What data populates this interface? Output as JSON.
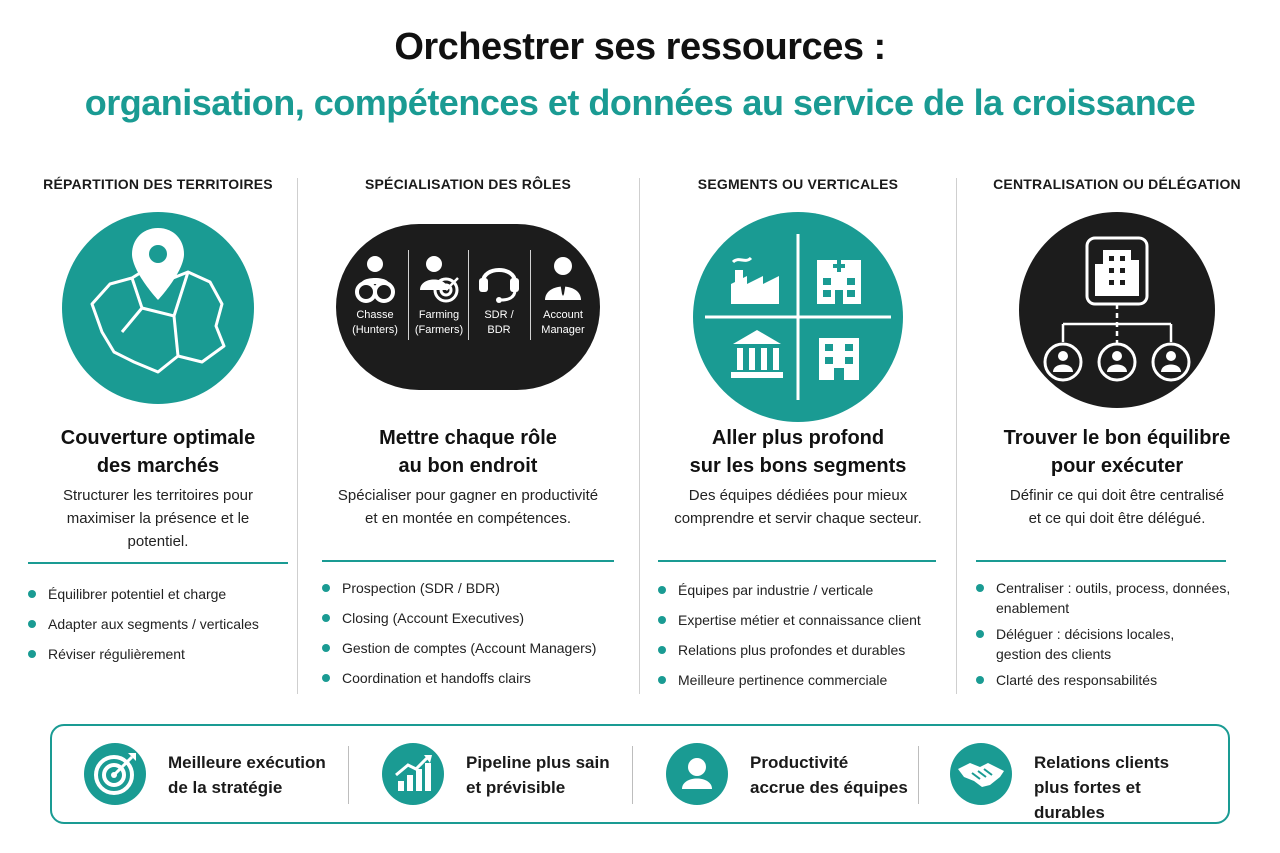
{
  "title": "Orchestrer ses ressources :",
  "subtitle": "organisation, compétences et données au service de la croissance",
  "columns": [
    {
      "header": "RÉPARTITION DES TERRITOIRES",
      "heading_l1": "Couverture optimale",
      "heading_l2": "des marchés",
      "desc_l1": "Structurer les territoires pour",
      "desc_l2": "maximiser la présence et le",
      "desc_l3": "potentiel.",
      "items": [
        "Équilibrer potentiel et charge",
        "Adapter aux segments / verticales",
        "Réviser régulièrement"
      ]
    },
    {
      "header": "SPÉCIALISATION DES RÔLES",
      "heading_l1": "Mettre chaque rôle",
      "heading_l2": "au bon endroit",
      "desc_l1": "Spécialiser pour gagner en productivité",
      "desc_l2": "et en montée en compétences.",
      "roles": [
        {
          "l1": "Chasse",
          "l2": "(Hunters)"
        },
        {
          "l1": "Farming",
          "l2": "(Farmers)"
        },
        {
          "l1": "SDR /",
          "l2": "BDR"
        },
        {
          "l1": "Account",
          "l2": "Manager"
        }
      ],
      "items": [
        "Prospection (SDR / BDR)",
        "Closing (Account Executives)",
        "Gestion de comptes (Account Managers)",
        "Coordination et handoffs clairs"
      ]
    },
    {
      "header": "SEGMENTS OU VERTICALES",
      "heading_l1": "Aller plus profond",
      "heading_l2": "sur les bons segments",
      "desc_l1": "Des équipes dédiées pour mieux",
      "desc_l2": "comprendre et servir chaque secteur.",
      "items": [
        "Équipes par industrie / verticale",
        "Expertise métier et connaissance client",
        "Relations plus profondes et durables",
        "Meilleure pertinence commerciale"
      ]
    },
    {
      "header": "CENTRALISATION OU DÉLÉGATION",
      "heading_l1": "Trouver le bon équilibre",
      "heading_l2": "pour exécuter",
      "desc_l1": "Définir ce qui doit être centralisé",
      "desc_l2": "et ce qui doit être délégué.",
      "items_multi": [
        {
          "l1": "Centraliser : outils, process, données,",
          "l2": "enablement"
        },
        {
          "l1": "Déléguer : décisions locales,",
          "l2": "gestion des clients"
        },
        {
          "l1": "Clarté des responsabilités",
          "l2": ""
        }
      ]
    }
  ],
  "outcomes": [
    {
      "l1": "Meilleure exécution",
      "l2": "de la stratégie",
      "icon": "target-icon"
    },
    {
      "l1": "Pipeline plus sain",
      "l2": "et prévisible",
      "icon": "growth-chart-icon"
    },
    {
      "l1": "Productivité",
      "l2": "accrue des équipes",
      "icon": "person-icon"
    },
    {
      "l1": "Relations clients",
      "l2": "plus fortes et durables",
      "icon": "handshake-icon"
    }
  ],
  "colors": {
    "teal": "#1a9b93",
    "black": "#1c1c1c"
  }
}
